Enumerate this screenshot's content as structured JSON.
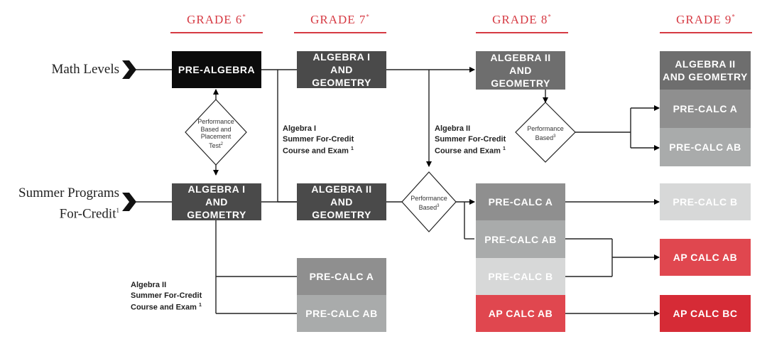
{
  "grades": [
    {
      "label": "GRADE 6",
      "mark": "*"
    },
    {
      "label": "GRADE 7",
      "mark": "*"
    },
    {
      "label": "GRADE 8",
      "mark": "*"
    },
    {
      "label": "GRADE 9",
      "mark": "*"
    }
  ],
  "rows": {
    "math_levels": "Math Levels",
    "summer_line1": "Summer Programs",
    "summer_line2": "For-Credit",
    "summer_mark": "1"
  },
  "boxes": {
    "g6_pre_algebra": "PRE-ALGEBRA",
    "g6_alg1_geo_l1": "ALGEBRA I",
    "g6_alg1_geo_l2": "AND GEOMETRY",
    "g7_alg1_geo_l1": "ALGEBRA I",
    "g7_alg1_geo_l2": "AND GEOMETRY",
    "g7_alg2_geo_l1": "ALGEBRA II",
    "g7_alg2_geo_l2": "AND GEOMETRY",
    "g7_precalc_a": "PRE-CALC A",
    "g7_precalc_ab": "PRE-CALC AB",
    "g8_alg2_geo_l1": "ALGEBRA II",
    "g8_alg2_geo_l2": "AND GEOMETRY",
    "g8_precalc_a": "PRE-CALC A",
    "g8_precalc_ab": "PRE-CALC AB",
    "g8_precalc_b": "PRE-CALC B",
    "g8_ap_calc_ab": "AP CALC AB",
    "g9_alg2_geo_l1": "ALGEBRA II",
    "g9_alg2_geo_l2": "AND GEOMETRY",
    "g9_precalc_a": "PRE-CALC A",
    "g9_precalc_ab": "PRE-CALC AB",
    "g9_precalc_b": "PRE-CALC B",
    "g9_ap_calc_ab": "AP CALC AB",
    "g9_ap_calc_bc": "AP CALC BC"
  },
  "decisions": {
    "placement_l1": "Performance",
    "placement_l2": "Based and",
    "placement_l3": "Placement",
    "placement_l4": "Test",
    "placement_mark": "2",
    "perf_label": "Performance",
    "perf_l2": "Based",
    "perf_mark": "3"
  },
  "notes": {
    "alg1_l1": "Algebra I",
    "alg1_l2": "Summer For-Credit",
    "alg1_l3": "Course and Exam",
    "alg1_mark": "1",
    "alg2_l1": "Algebra II",
    "alg2_l2": "Summer For-Credit",
    "alg2_l3": "Course and Exam",
    "alg2_mark": "1",
    "alg2b_l1": "Algebra II",
    "alg2b_l2": "Summer For-Credit",
    "alg2b_l3": "Course and Exam",
    "alg2b_mark": "1"
  },
  "colors": {
    "accent_red": "#d63a43",
    "ap_red": "#e0474f",
    "ap_dark_red": "#d62b36",
    "box_black": "#0b0b0b",
    "box_dark": "#4a4a4a",
    "box_mid": "#6e6e6e",
    "box_gray": "#8f8f8f",
    "box_light": "#a9abab",
    "box_xlight": "#d7d8d8"
  }
}
